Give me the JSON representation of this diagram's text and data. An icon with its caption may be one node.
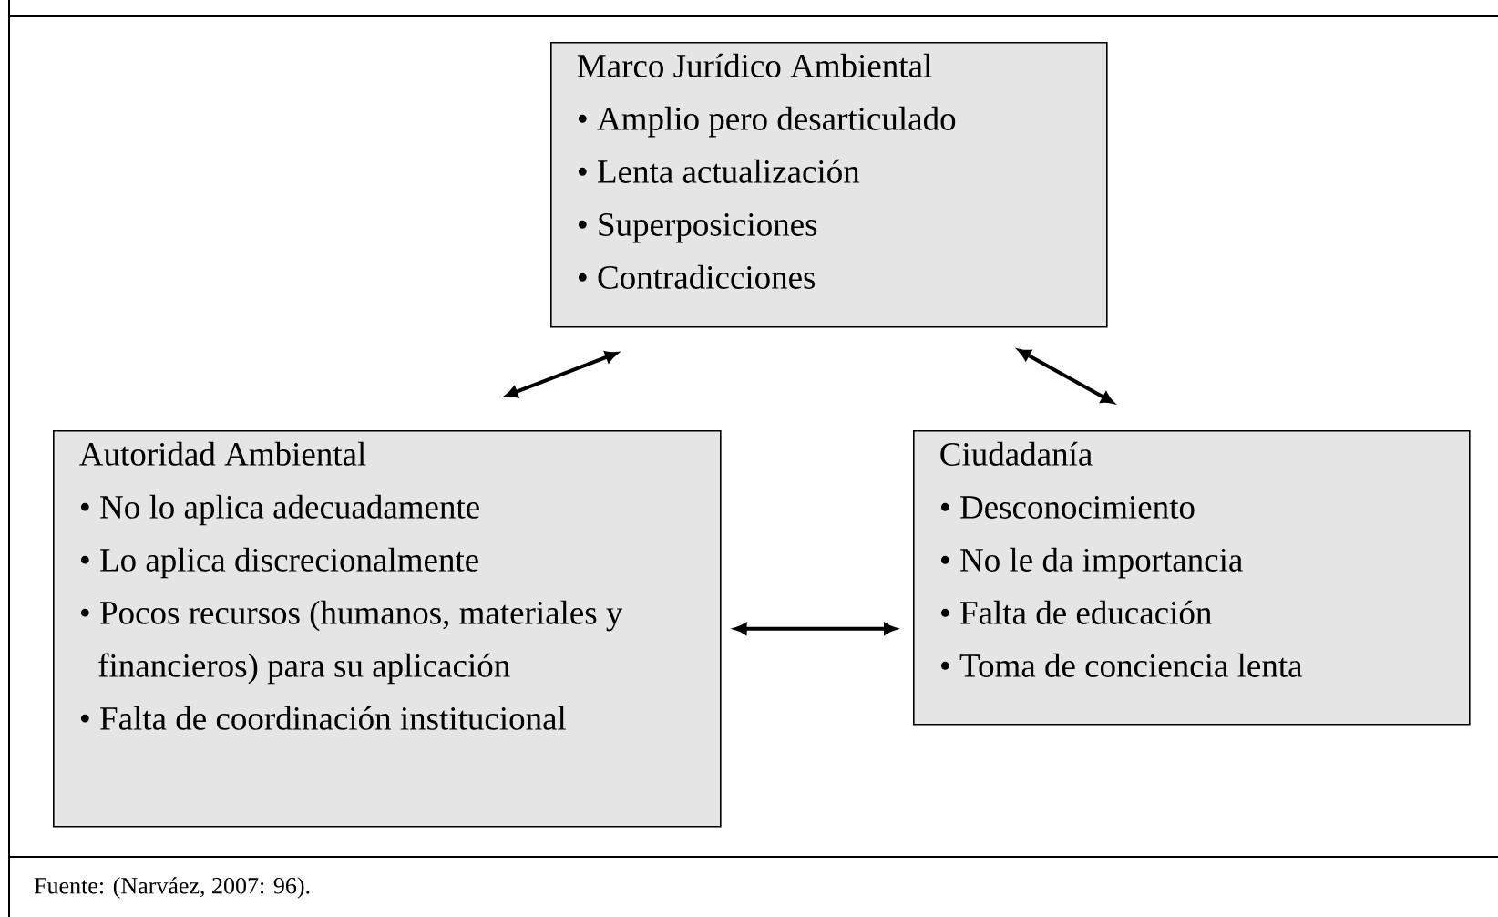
{
  "diagram": {
    "caption": "Fuente: (Narváez, 2007: 96).",
    "nodes": [
      {
        "text": [
          "Marco Jurídico Ambiental",
          "• Amplio pero desarticulado",
          "• Lenta actualización",
          "• Superposiciones",
          "• Contradicciones"
        ]
      },
      {
        "text": [
          "Autoridad Ambiental",
          "• No lo aplica adecuadamente",
          "• Lo aplica discrecionalmente",
          "• Pocos recursos (humanos, materiales y financieros) para su aplicación",
          "• Falta de coordinación institucional"
        ]
      },
      {
        "text": [
          "Ciudadanía",
          "• Desconocimiento",
          "• No le da importancia",
          "• Falta de educación",
          "• Toma de conciencia lenta"
        ]
      }
    ],
    "edges": [
      {
        "from": 1,
        "to": 0,
        "arrow": "both"
      },
      {
        "from": 0,
        "to": 2,
        "arrow": "both"
      },
      {
        "from": 1,
        "to": 2,
        "arrow": "both"
      }
    ]
  }
}
